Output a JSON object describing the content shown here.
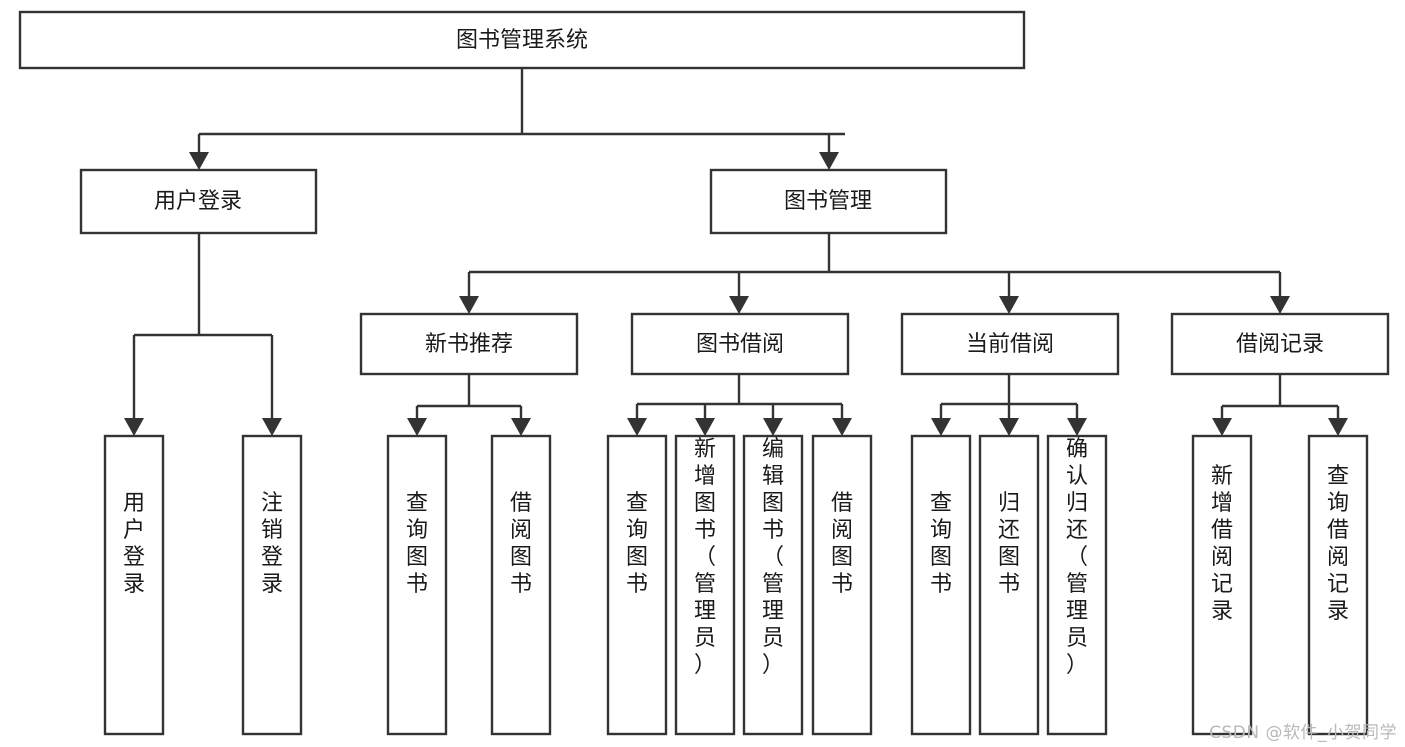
{
  "diagram": {
    "title": "图书管理系统",
    "type": "tree-hierarchy-diagram",
    "colors": {
      "box_stroke": "#333333",
      "box_fill": "#ffffff",
      "text": "#1a1a1a",
      "background": "#ffffff",
      "watermark": "#b9b9b9"
    },
    "root": {
      "label": "图书管理系统"
    },
    "level2": [
      {
        "label": "用户登录"
      },
      {
        "label": "图书管理"
      }
    ],
    "level3": [
      {
        "label": "新书推荐"
      },
      {
        "label": "图书借阅"
      },
      {
        "label": "当前借阅"
      },
      {
        "label": "借阅记录"
      }
    ],
    "leaves": {
      "user_login": [
        {
          "label": "用户登录"
        },
        {
          "label": "注销登录"
        }
      ],
      "new_book_recommend": [
        {
          "label": "查询图书"
        },
        {
          "label": "借阅图书"
        }
      ],
      "book_borrow": [
        {
          "label": "查询图书"
        },
        {
          "label": "新增图书（管理员）"
        },
        {
          "label": "编辑图书（管理员）"
        },
        {
          "label": "借阅图书"
        }
      ],
      "current_borrow": [
        {
          "label": "查询图书"
        },
        {
          "label": "归还图书"
        },
        {
          "label": "确认归还（管理员）"
        }
      ],
      "borrow_record": [
        {
          "label": "新增借阅记录"
        },
        {
          "label": "查询借阅记录"
        }
      ]
    },
    "watermark": "CSDN @软件_小贺同学"
  }
}
